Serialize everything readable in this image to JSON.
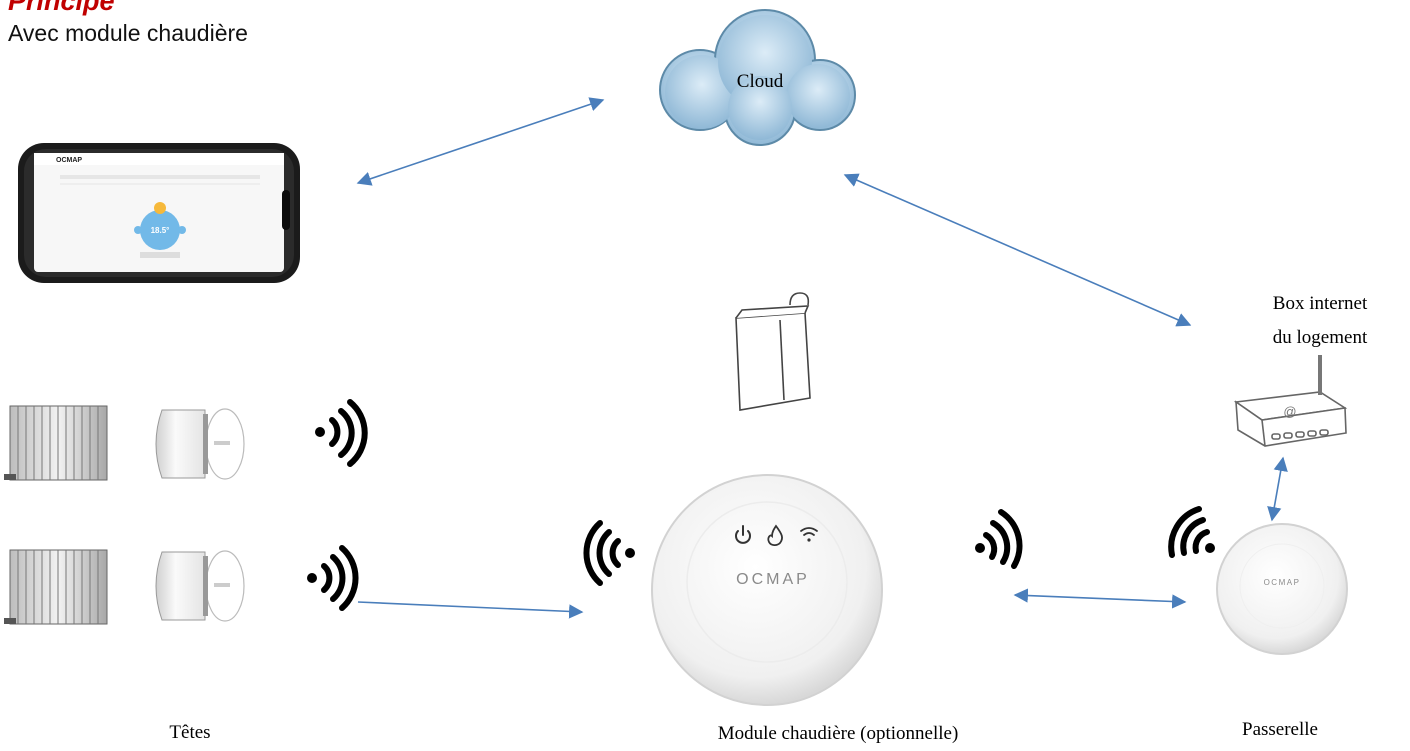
{
  "header": {
    "title": "Principe",
    "subtitle": "Avec module chaudière"
  },
  "nodes": {
    "cloud": "Cloud",
    "box_line1": "Box internet",
    "box_line2": "du logement",
    "tetes": "Têtes",
    "module": "Module chaudière (optionnelle)",
    "passerelle": "Passerelle"
  },
  "phone": {
    "brand": "OCMAP",
    "temperature": "18.5°"
  },
  "devices": {
    "module_brand": "OCMAP",
    "gateway_brand": "OCMAP",
    "router_symbol": "@"
  },
  "colors": {
    "arrow": "#4a7ebb",
    "title": "#c00000",
    "cloud_fill": "#a9cce3",
    "cloud_stroke": "#5d8aa8"
  }
}
